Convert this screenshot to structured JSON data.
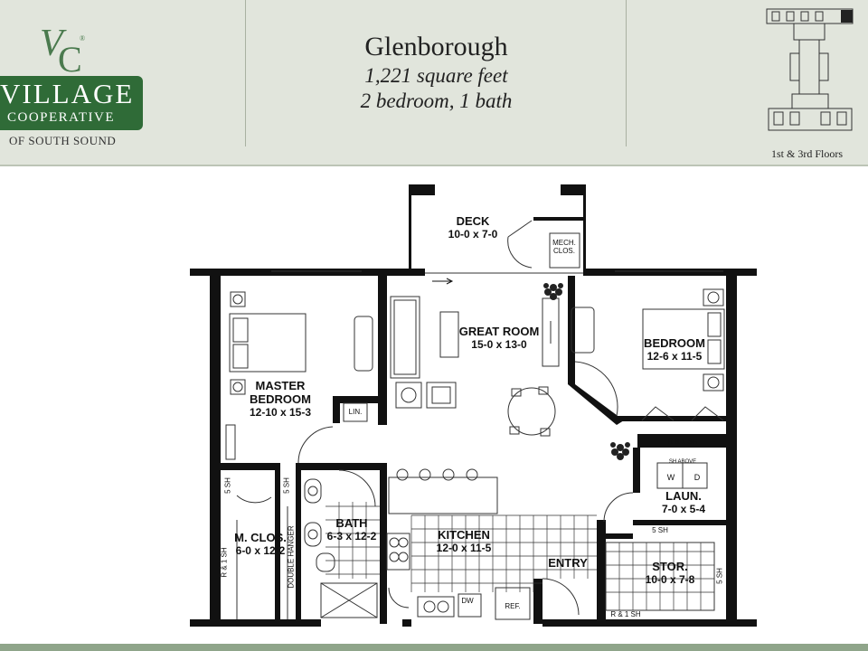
{
  "brand": {
    "monogram_v": "V",
    "monogram_c": "C",
    "registered": "®",
    "line1": "VILLAGE",
    "line2": "COOPERATIVE",
    "line3": "OF SOUTH SOUND"
  },
  "title": {
    "name": "Glenborough",
    "area": "1,221 square feet",
    "config": "2 bedroom, 1 bath"
  },
  "keyplan": {
    "caption": "1st & 3rd Floors"
  },
  "rooms": {
    "deck": {
      "name": "DECK",
      "dims": "10-0 x 7-0"
    },
    "mech": {
      "line1": "MECH.",
      "line2": "CLOS."
    },
    "great_room": {
      "name": "GREAT ROOM",
      "dims": "15-0 x 13-0"
    },
    "bedroom": {
      "name": "BEDROOM",
      "dims": "12-6 x 11-5"
    },
    "master": {
      "name1": "MASTER",
      "name2": "BEDROOM",
      "dims": "12-10 x 15-3"
    },
    "linen": "LIN.",
    "bath": {
      "name": "BATH",
      "dims": "6-3 x 12-2"
    },
    "kitchen": {
      "name": "KITCHEN",
      "dims": "12-0 x 11-5"
    },
    "closet": {
      "name": "M. CLOS.",
      "dims": "6-0 x 12-2"
    },
    "laundry": {
      "name": "LAUN.",
      "dims": "7-0 x 5-4"
    },
    "storage": {
      "name": "STOR.",
      "dims": "10-0 x 7-8"
    },
    "entry": "ENTRY"
  },
  "notes": {
    "rsh_bed": "R & 1 SH",
    "sh_above": "SH ABOVE",
    "washer": "W",
    "dryer": "D",
    "five_sh_stor_top": "5 SH",
    "five_sh_stor_right": "5 SH",
    "rsh_stor": "R & 1 SH",
    "five_sh_closet": "5 SH",
    "five_sh_bath": "5 SH",
    "rsh_closet": "R & 1 SH",
    "double_hanger": "DOUBLE HANGER",
    "dw": "DW",
    "ref": "REF."
  },
  "colors": {
    "brand_green": "#2f6b37",
    "header_bg": "#e1e5dc",
    "wall": "#111111",
    "footer": "#8fa58a"
  }
}
